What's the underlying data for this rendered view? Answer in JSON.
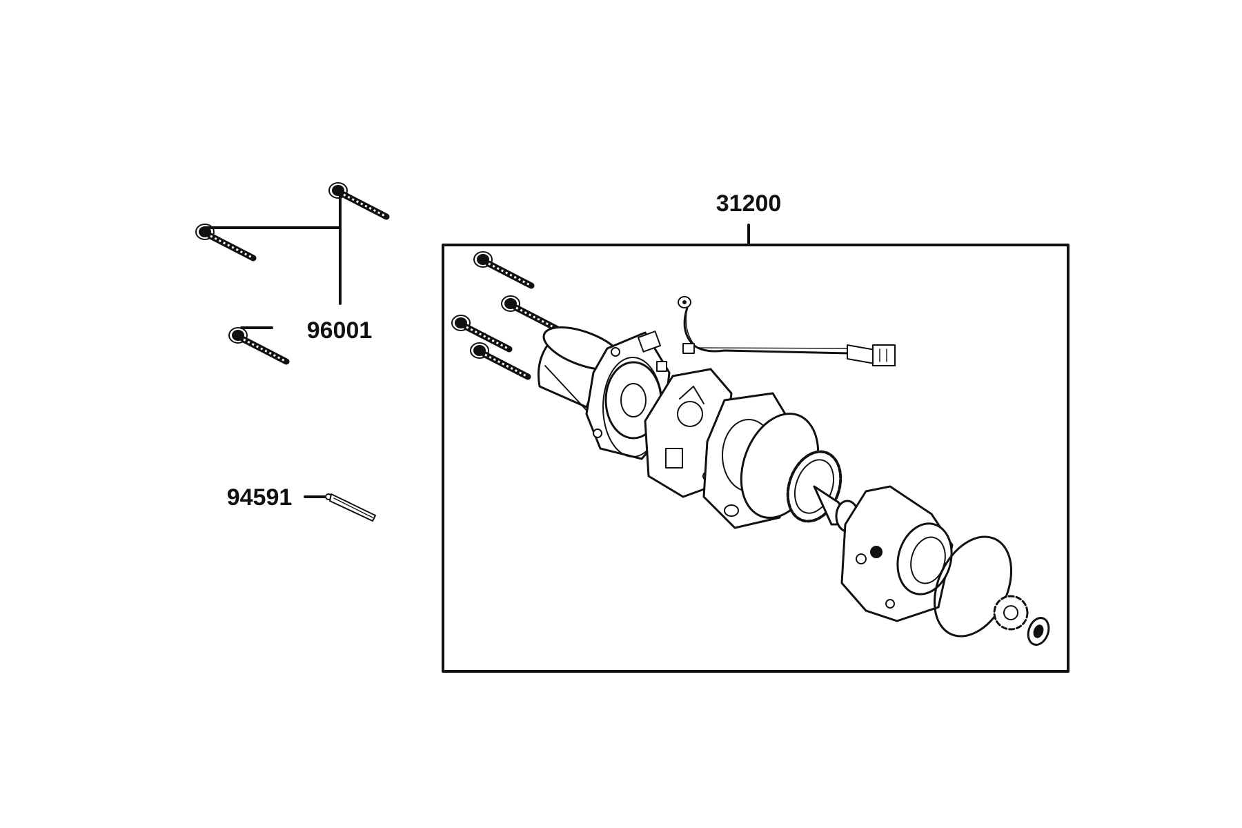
{
  "callouts": {
    "assembly": "31200",
    "bolts": "96001",
    "pin": "94591"
  },
  "colors": {
    "ink": "#111111",
    "background": "#ffffff"
  }
}
